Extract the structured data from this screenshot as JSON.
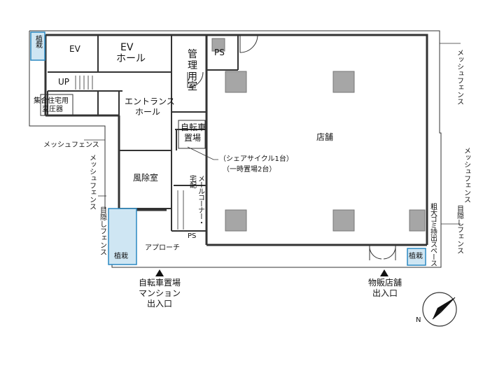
{
  "rooms": {
    "ev": "EV",
    "ev_hall_1": "EV",
    "ev_hall_2": "ホール",
    "management_1": "管",
    "management_2": "理",
    "management_3": "用",
    "management_4": "室",
    "ps_top": "PS",
    "ps_bottom": "PS",
    "up": "UP",
    "transformer_1": "集合住宅用",
    "transformer_2": "変圧器",
    "entrance_1": "エントランス",
    "entrance_2": "ホール",
    "bicycle_1": "自転車",
    "bicycle_2": "置場",
    "bicycle_note_1": "（シェアサイクル1台）",
    "bicycle_note_2": "（一時置場2台）",
    "windbreak": "風除室",
    "delivery": "宅配",
    "mail_corner": "メールコーナー・",
    "store": "店舗",
    "garbage": "粗大ゴミ持出スペース",
    "approach": "アプローチ"
  },
  "planting": {
    "top_left": "植栽",
    "bottom_left": "植栽",
    "bottom_right": "植栽"
  },
  "fences": {
    "mesh_top_right": "メッシュフェンス",
    "mesh_left_horizontal": "メッシュフェンス",
    "mesh_left_vertical": "メッシュフェンス",
    "blind_left": "目隠しフェンス",
    "mesh_right_lower": "メッシュフェンス",
    "blind_right": "目隠しフェンス"
  },
  "entrances": {
    "residential_1": "自転車置場",
    "residential_2": "マンション",
    "residential_3": "出入口",
    "shop_1": "物販店舗",
    "shop_2": "出入口"
  },
  "compass": {
    "label": "N"
  },
  "colors": {
    "wall": "#333333",
    "column": "#a6a6a6",
    "planting_fill": "#cfe6f3",
    "planting_stroke": "#2b89c2"
  }
}
